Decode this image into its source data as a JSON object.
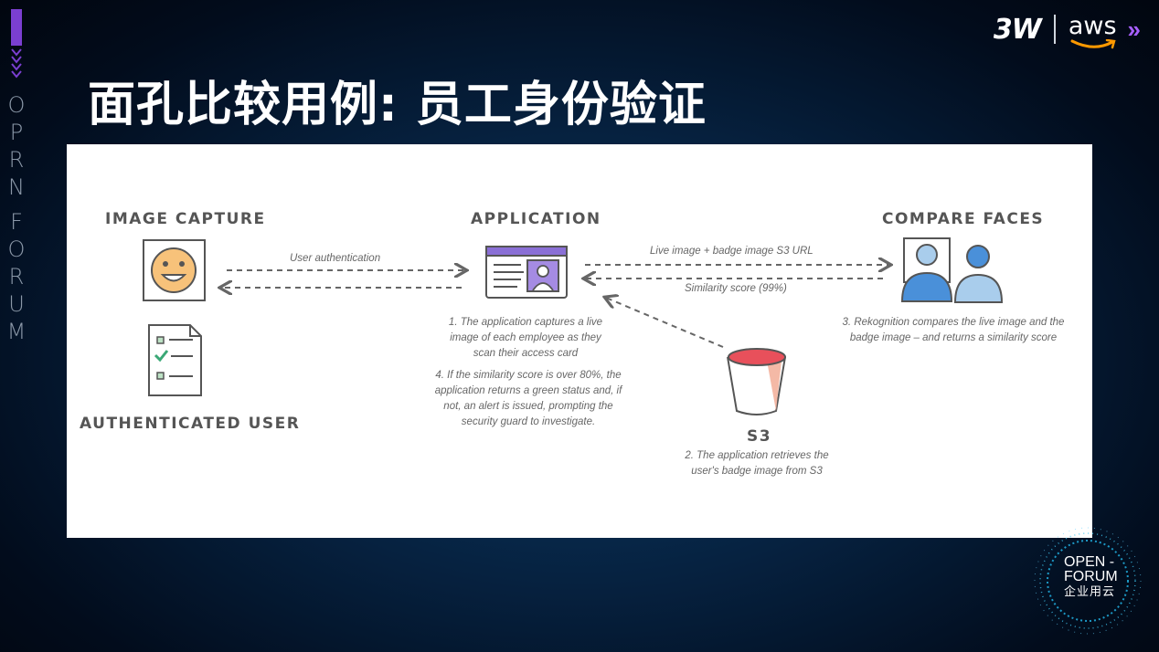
{
  "slide": {
    "title": "面孔比较用例: 员工身份验证",
    "side_text": [
      "O",
      "P",
      "R",
      "N",
      "F",
      "O",
      "R",
      "U",
      "M"
    ]
  },
  "brand": {
    "logo_3w": "3W",
    "logo_aws": "aws",
    "chevrons": "»"
  },
  "diagram": {
    "image_capture": "IMAGE CAPTURE",
    "application": "APPLICATION",
    "compare_faces": "COMPARE FACES",
    "authenticated_user": "AUTHENTICATED USER",
    "s3": "S3",
    "arrow_user_auth": "User authentication",
    "arrow_live_image": "Live image + badge image S3 URL",
    "arrow_similarity": "Similarity score (99%)",
    "note1": [
      "1. The application captures a live",
      "image of each employee as they",
      "scan their access card"
    ],
    "note4": [
      "4. If the similarity score is over 80%, the",
      "application returns a green status and, if",
      "not, an alert is issued, prompting the",
      "security guard to investigate."
    ],
    "note3": [
      "3. Rekognition compares the live image and the",
      "badge image – and returns a similarity score"
    ],
    "note2": [
      "2. The application retrieves the",
      "user's badge image from S3"
    ]
  },
  "footer_logo": {
    "line1": "OPEN -",
    "line2": "FORUM",
    "line3": "企业用云"
  },
  "colors": {
    "purple": "#7b3fd1",
    "chevron": "#a75fff",
    "face_yellow": "#f7c27a",
    "user_blue": "#4a90d9",
    "user_light": "#a9cdec",
    "bucket_red": "#e8505b"
  }
}
